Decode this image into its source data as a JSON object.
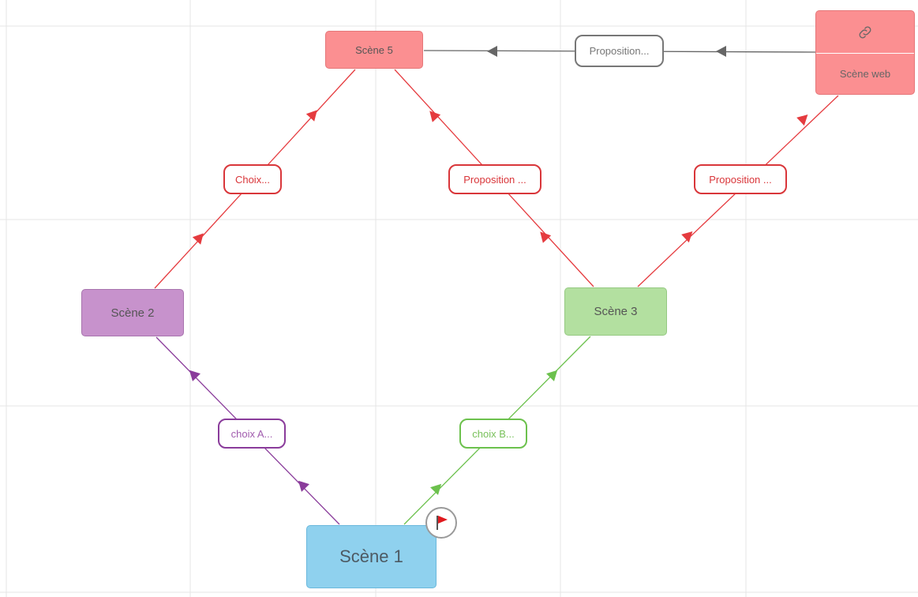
{
  "colors": {
    "scene1": "#8fd1ee",
    "scene2": "#c792cc",
    "scene3": "#b3e0a0",
    "scene5": "#fb8f91",
    "scene_web": "#fb8f91",
    "edge_red": "#e53b3f",
    "edge_purple": "#8a3c9b",
    "edge_green": "#6cc14d",
    "edge_gray": "#666666"
  },
  "nodes": {
    "scene1": "Scène 1",
    "scene2": "Scène 2",
    "scene3": "Scène 3",
    "scene5": "Scène 5",
    "scene_web": "Scène web"
  },
  "labels": {
    "choix_a": "choix A...",
    "choix_b": "choix B...",
    "choix_top": "Choix...",
    "prop_mid": "Proposition ...",
    "prop_right": "Proposition ...",
    "prop_top": "Proposition..."
  },
  "icons": {
    "start": "flag-icon",
    "web": "link-icon"
  }
}
